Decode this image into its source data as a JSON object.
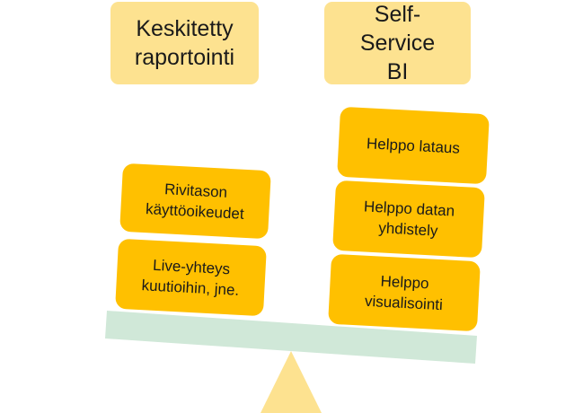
{
  "headers": {
    "left": "Keskitetty raportointi",
    "right": "Self-Service BI"
  },
  "left_items": [
    "Rivitason käyttöoikeudet",
    "Live-yhteys kuutioihin, jne."
  ],
  "right_items": [
    "Helppo lataus",
    "Helppo datan yhdistely",
    "Helppo visualisointi"
  ],
  "colors": {
    "header_fill": "#fde290",
    "item_fill": "#ffc000",
    "beam_fill": "#d0e8d8",
    "fulcrum_fill": "#fde290"
  }
}
